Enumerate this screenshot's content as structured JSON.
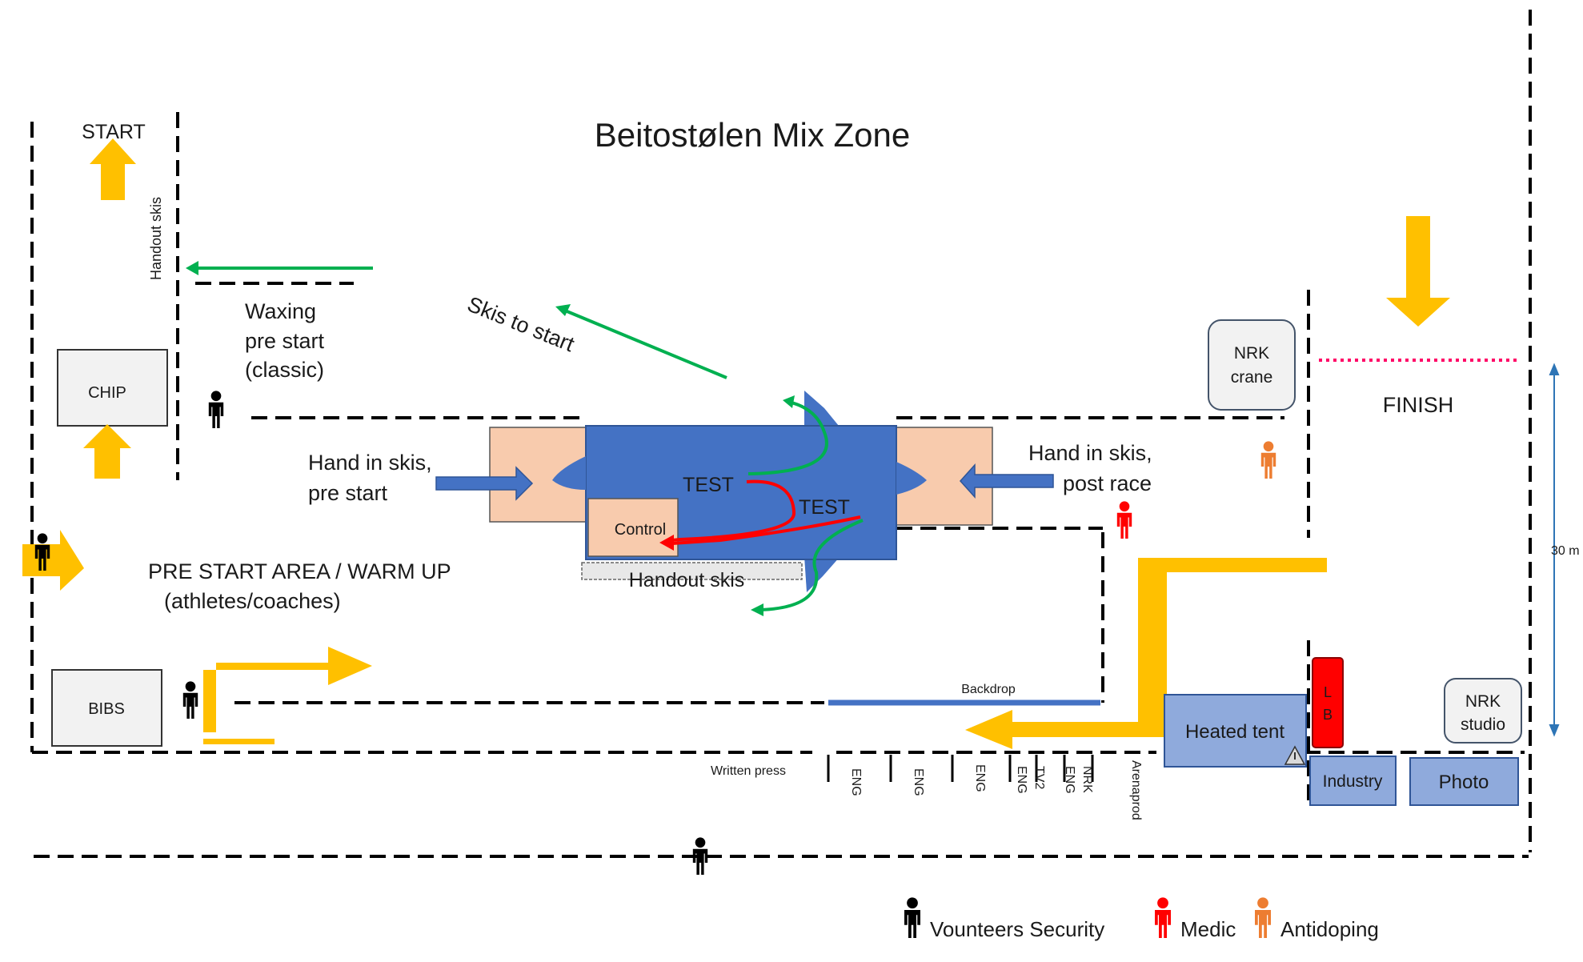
{
  "title": "Beitostølen Mix Zone",
  "areas": {
    "start": "START",
    "finish": "FINISH",
    "prestart": [
      "PRE START AREA / WARM UP",
      "(athletes/coaches)"
    ],
    "handout_skis_vertical": "Handout skis",
    "waxing": [
      "Waxing",
      "pre start",
      "(classic)"
    ],
    "skis_to_start": "Skis to start",
    "hand_in_pre": [
      "Hand in skis,",
      "pre start"
    ],
    "hand_in_post": [
      "Hand in skis,",
      "post race"
    ],
    "test_1": "TEST",
    "test_2": "TEST",
    "control": "Control",
    "handout_skis_bottom": "Handout skis",
    "backdrop": "Backdrop",
    "distance": "30 m"
  },
  "boxes": {
    "chip": "CHIP",
    "bibs": "BIBS",
    "nrk_crane": [
      "NRK",
      "crane"
    ],
    "nrk_studio": [
      "NRK",
      "studio"
    ],
    "heated_tent": "Heated tent",
    "lb": [
      "L",
      "B"
    ],
    "industry": "Industry",
    "photo": "Photo"
  },
  "press": {
    "written_press": "Written press",
    "positions": [
      "ENG",
      "ENG",
      "ENG",
      "ENG",
      "TV2",
      "ENG",
      "NRK",
      "Arenaprod"
    ]
  },
  "legend": {
    "volunteers": "Vounteers Security",
    "medic": "Medic",
    "antidoping": "Antidoping"
  },
  "colors": {
    "flow_arrow": "#ffc000",
    "ski_flow": "#00b050",
    "test_route": "#ff0000",
    "hall": "#4472c4",
    "hand_in_box": "#f8cbad",
    "tent": "#8faadc",
    "volunteer": "#000000",
    "medic": "#ff0000",
    "antidoping": "#ed7d31",
    "finish_line": "#ff0066"
  }
}
